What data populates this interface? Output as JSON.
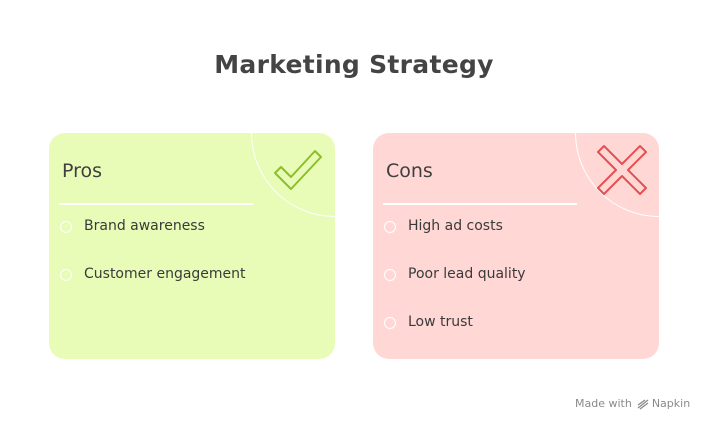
{
  "title": "Marketing Strategy",
  "pros": {
    "heading": "Pros",
    "icon": "checkmark-icon",
    "items": [
      "Brand awareness",
      "Customer engagement"
    ]
  },
  "cons": {
    "heading": "Cons",
    "icon": "x-mark-icon",
    "items": [
      "High ad costs",
      "Poor lead quality",
      "Low trust"
    ]
  },
  "footer": {
    "made_with": "Made with",
    "brand": "Napkin"
  },
  "colors": {
    "pros_bg": "#e8fcb8",
    "pros_accent": "#8cbf26",
    "cons_bg": "#ffd8d6",
    "cons_accent": "#e55050"
  }
}
